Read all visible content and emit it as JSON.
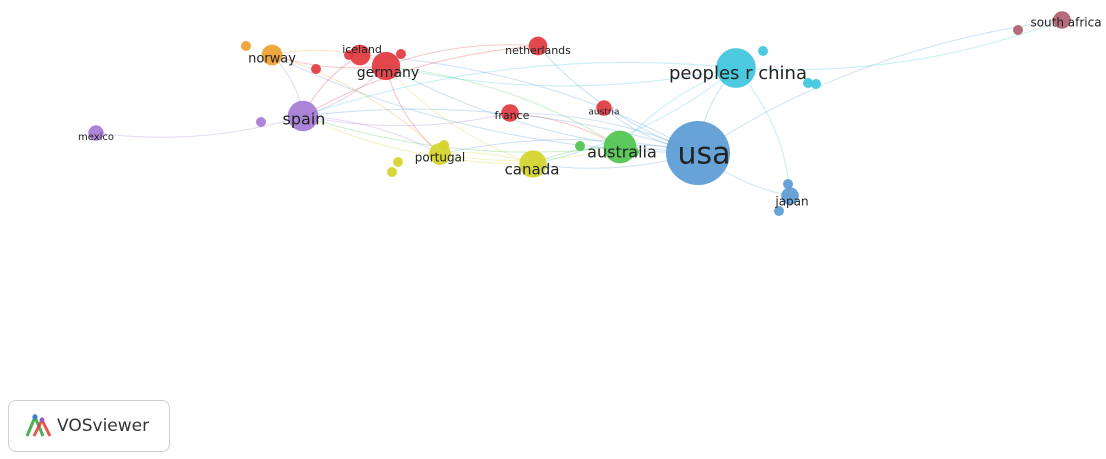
{
  "network": {
    "nodes": [
      {
        "id": "usa",
        "label": "usa",
        "weight": 1.0,
        "cluster": "blue"
      },
      {
        "id": "peoples r china",
        "label": "peoples r china",
        "weight": 0.55,
        "cluster": "cyan"
      },
      {
        "id": "australia",
        "label": "australia",
        "weight": 0.42,
        "cluster": "green"
      },
      {
        "id": "canada",
        "label": "canada",
        "weight": 0.32,
        "cluster": "yellow"
      },
      {
        "id": "spain",
        "label": "spain",
        "weight": 0.38,
        "cluster": "purple"
      },
      {
        "id": "germany",
        "label": "germany",
        "weight": 0.34,
        "cluster": "red"
      },
      {
        "id": "portugal",
        "label": "portugal",
        "weight": 0.22,
        "cluster": "yellow"
      },
      {
        "id": "norway",
        "label": "norway",
        "weight": 0.2,
        "cluster": "orange"
      },
      {
        "id": "iceland",
        "label": "iceland",
        "weight": 0.2,
        "cluster": "red"
      },
      {
        "id": "netherlands",
        "label": "netherlands",
        "weight": 0.16,
        "cluster": "red"
      },
      {
        "id": "france",
        "label": "france",
        "weight": 0.14,
        "cluster": "red"
      },
      {
        "id": "austria",
        "label": "austria",
        "weight": 0.1,
        "cluster": "red"
      },
      {
        "id": "mexico",
        "label": "mexico",
        "weight": 0.1,
        "cluster": "purple"
      },
      {
        "id": "japan",
        "label": "japan",
        "weight": 0.14,
        "cluster": "blue"
      },
      {
        "id": "south africa",
        "label": "south africa",
        "weight": 0.14,
        "cluster": "brown"
      }
    ],
    "cluster_colors": {
      "blue": "#5b9bd5",
      "cyan": "#3ec6dc",
      "green": "#4fc44f",
      "yellow": "#d4d42a",
      "purple": "#a57bd6",
      "red": "#e0383e",
      "orange": "#f0a030",
      "brown": "#b06070"
    }
  },
  "branding": {
    "logo_text": "VOSviewer",
    "logo_icon": "vosviewer-logo-icon"
  }
}
